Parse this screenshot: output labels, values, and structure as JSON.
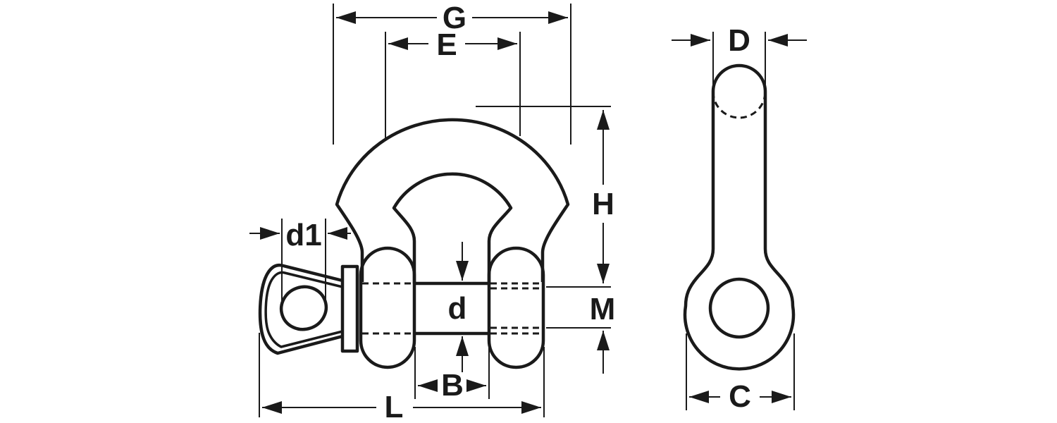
{
  "drawing": {
    "colors": {
      "line": "#1a1a1a",
      "background": "#ffffff"
    },
    "front_view": {
      "labels": {
        "G": "G",
        "E": "E",
        "H": "H",
        "M": "M",
        "d": "d",
        "d1": "d1",
        "B": "B",
        "L": "L"
      }
    },
    "side_view": {
      "labels": {
        "D": "D",
        "C": "C"
      }
    }
  }
}
